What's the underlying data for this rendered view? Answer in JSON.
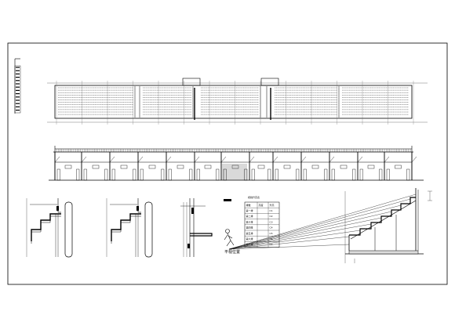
{
  "sightline_caption": "平视位置",
  "legend_title": "视线升高表",
  "table": {
    "headers": [
      "排数",
      "高度",
      "升高"
    ],
    "rows": [
      [
        "第一排",
        "",
        "C1"
      ],
      [
        "第二排",
        "",
        "C2"
      ],
      [
        "第三排",
        "",
        "C3"
      ],
      [
        "第四排",
        "",
        "C4"
      ],
      [
        "第五排",
        "",
        "C5"
      ],
      [
        "第六排",
        "",
        "C6"
      ],
      [
        "第七排",
        "",
        "C7"
      ]
    ]
  }
}
